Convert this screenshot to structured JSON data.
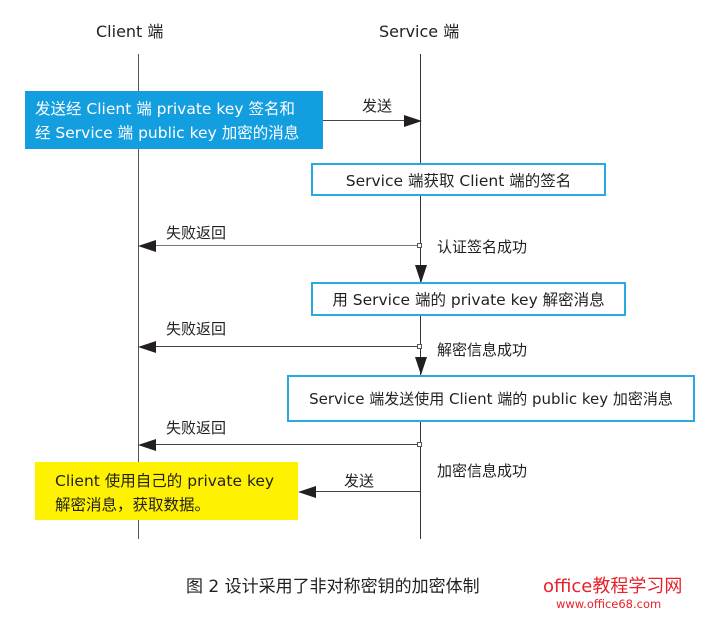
{
  "diagram": {
    "lifelines": {
      "client": "Client 端",
      "service": "Service 端"
    },
    "client_request_box": {
      "line1": "发送经 Client 端 private key 签名和",
      "line2": "经 Service 端 public key 加密的消息",
      "color": "#139ee0"
    },
    "send_label_1": "发送",
    "steps": [
      {
        "box": "Service 端获取 Client 端的签名",
        "fail_label": "失败返回",
        "success_label": "认证签名成功"
      },
      {
        "box": "用 Service 端的 private key 解密消息",
        "fail_label": "失败返回",
        "success_label": "解密信息成功"
      },
      {
        "box": "Service 端发送使用 Client 端的 public key 加密消息",
        "fail_label": "失败返回",
        "success_label": "加密信息成功"
      }
    ],
    "step_box_border_color": "#29a9e1",
    "send_label_2": "发送",
    "client_result_box": {
      "line1": "Client 使用自己的 private key",
      "line2": "解密消息，获取数据。",
      "color": "#fff200"
    }
  },
  "caption": "图 2  设计采用了非对称密钥的加密体制",
  "watermark": {
    "title": "office教程学习网",
    "url": "www.office68.com",
    "color": "#e8202a"
  }
}
